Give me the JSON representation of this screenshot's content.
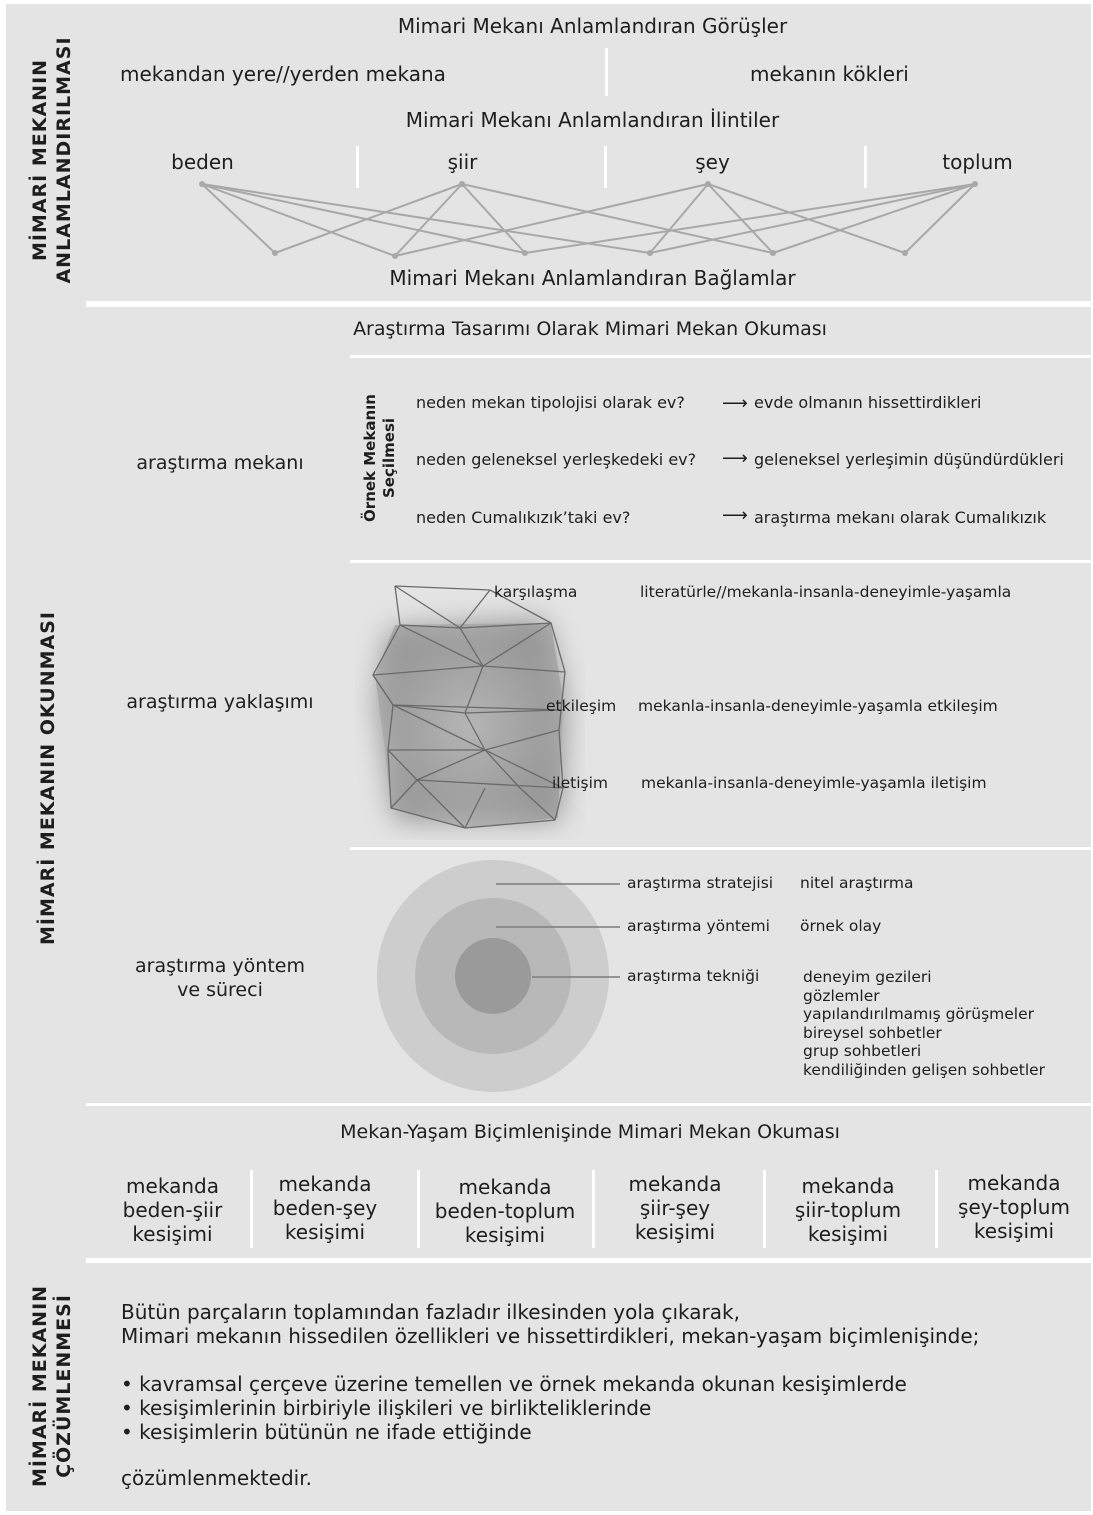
{
  "sections": {
    "top_label": [
      "MİMARİ MEKANIN",
      "ANLAMLANDIRILMASI"
    ],
    "middle_label": "MİMARİ MEKANIN OKUNMASI",
    "bottom_label": [
      "MİMARİ MEKANIN",
      "ÇÖZÜMLENMESİ"
    ]
  },
  "top": {
    "title": "Mimari Mekanı Anlamlandıran Görüşler",
    "view_left": "mekandan yere//yerden mekana",
    "view_right": "mekanın kökleri",
    "relations_title": "Mimari Mekanı Anlamlandıran İlintiler",
    "relations": [
      "beden",
      "şiir",
      "şey",
      "toplum"
    ],
    "contexts_title": "Mimari Mekanı Anlamlandıran Bağlamlar"
  },
  "reading": {
    "title": "Araştırma Tasarımı Olarak Mimari Mekan Okuması",
    "place": {
      "label": "araştırma mekanı",
      "vertical": [
        "Örnek Mekanın",
        "Seçilmesi"
      ],
      "rows": [
        {
          "q": "neden mekan tipolojisi olarak ev?",
          "a": "evde olmanın hissettirdikleri"
        },
        {
          "q": "neden geleneksel yerleşkedeki ev?",
          "a": "geleneksel yerleşimin düşündürdükleri"
        },
        {
          "q": "neden Cumalıkızık’taki ev?",
          "a": "araştırma mekanı olarak Cumalıkızık"
        }
      ]
    },
    "approach": {
      "label": "araştırma yaklaşımı",
      "rows": [
        {
          "key": "karşılaşma",
          "text": "literatürle//mekanla-insanla-deneyimle-yaşamla"
        },
        {
          "key": "etkileşim",
          "text": "mekanla-insanla-deneyimle-yaşamla etkileşim"
        },
        {
          "key": "iletişim",
          "text": "mekanla-insanla-deneyimle-yaşamla iletişim"
        }
      ]
    },
    "method": {
      "label": [
        "araştırma yöntem",
        "ve süreci"
      ],
      "strategy": {
        "key": "araştırma stratejisi",
        "value": "nitel araştırma"
      },
      "approach": {
        "key": "araştırma yöntemi",
        "value": "örnek olay"
      },
      "technique": {
        "key": "araştırma tekniği",
        "values": [
          "deneyim gezileri",
          "gözlemler",
          "yapılandırılmamış görüşmeler",
          "bireysel sohbetler",
          "grup sohbetleri",
          "kendiliğinden gelişen sohbetler"
        ]
      }
    },
    "intersections_title": "Mekan-Yaşam Biçimlenişinde Mimari Mekan Okuması",
    "intersections": [
      [
        "mekanda",
        "beden-şiir",
        "kesişimi"
      ],
      [
        "mekanda",
        "beden-şey",
        "kesişimi"
      ],
      [
        "mekanda",
        "beden-toplum",
        "kesişimi"
      ],
      [
        "mekanda",
        "şiir-şey",
        "kesişimi"
      ],
      [
        "mekanda",
        "şiir-toplum",
        "kesişimi"
      ],
      [
        "mekanda",
        "şey-toplum",
        "kesişimi"
      ]
    ]
  },
  "solution": {
    "line1": "Bütün parçaların toplamından fazladır ilkesinden yola çıkarak,",
    "line2": "Mimari mekanın hissedilen özellikleri ve hissettirdikleri, mekan-yaşam biçimlenişinde;",
    "bullets": [
      "kavramsal çerçeve üzerine temellen ve örnek mekanda okunan kesişimlerde",
      "kesişimlerinin birbiriyle ilişkileri ve birlikteliklerinde",
      "kesişimlerin bütünün ne ifade ettiğinde"
    ],
    "ending": "çözümlenmektedir."
  },
  "colors": {
    "panel": "#e4e4e4",
    "lines": "#a8a8a8",
    "text": "#1e1e1e"
  }
}
